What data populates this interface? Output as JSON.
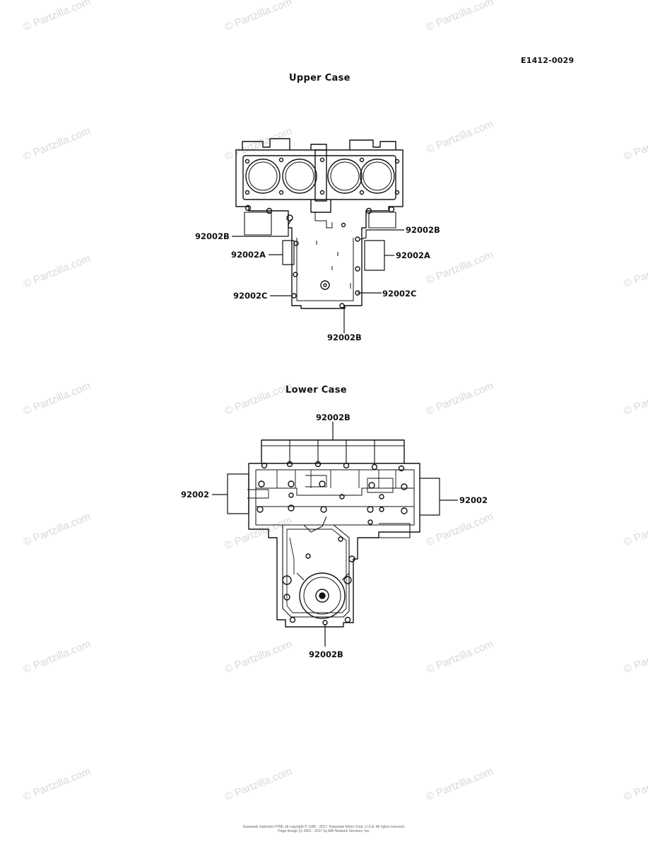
{
  "watermark": "© Partzilla.com",
  "ref_code": "E1412-0029",
  "upper": {
    "title": "Upper Case",
    "labels": [
      "92002B",
      "92002B",
      "92002A",
      "92002A",
      "92002C",
      "92002C",
      "92002B"
    ]
  },
  "lower": {
    "title": "Lower Case",
    "labels": [
      "92002B",
      "92002",
      "92002",
      "92002B"
    ]
  },
  "footer": {
    "line1": "Kawasaki materials HTML all copyright © 1995 - 2017, Kawasaki Motor Corp, U.S.A. All rights reserved.",
    "line2": "Page design (c) 2001 - 2017 by ARI Network Services, Inc."
  }
}
